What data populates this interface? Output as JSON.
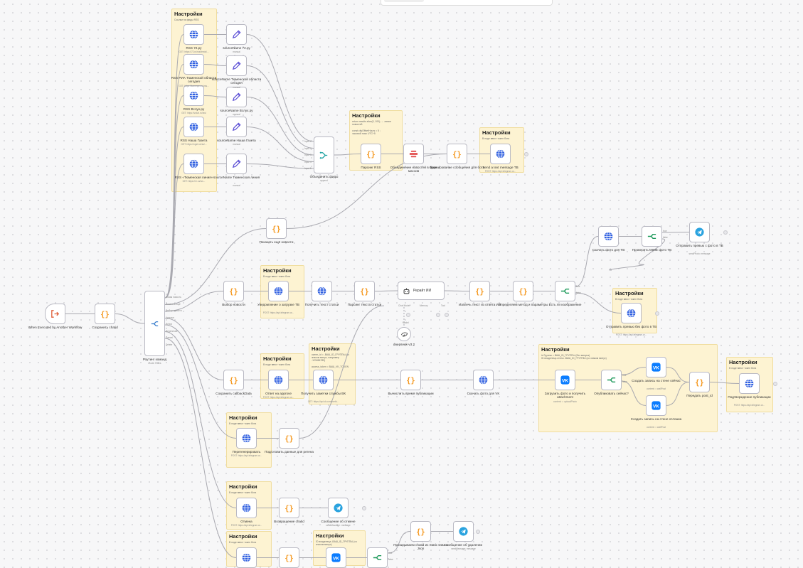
{
  "topbar": {
    "active_segment": ""
  },
  "notes": [
    {
      "id": "n1",
      "title": "Настройки",
      "body": "Ссылки на фиды RSS"
    },
    {
      "id": "n2",
      "title": "Настройки",
      "body": "return results.slice(0, 100);  ← лимит новостей\n\nconst cityOffsetHours = 5 ;\nчасовой пояс UTC+5"
    },
    {
      "id": "n3",
      "title": "Настройки",
      "body": "В ноде ввест токен бота"
    },
    {
      "id": "n4",
      "title": "Настройки",
      "body": "В ноде ввест токен бота"
    },
    {
      "id": "n5",
      "title": "Настройки",
      "body": "В ноде ввест токен бота"
    },
    {
      "id": "n6",
      "title": "Настройки",
      "body": "В ноде ввест токен бота"
    },
    {
      "id": "n7",
      "title": "Настройки",
      "body": "owner_id = -ВАШ_ID_ГРУППЫ (со знаком минус, например -123456789)\n\naccess_token = ВАШ_VK_TOKEN"
    },
    {
      "id": "n8",
      "title": "Настройки",
      "body": "id Группы = ВАШ_ID_ГРУППЫ (без минуса)\nID владелеца стены -ВАШ_ID_ГРУППЫ (со знаком минус)"
    },
    {
      "id": "n9",
      "title": "Настройки",
      "body": "В ноде ввест токен бота"
    },
    {
      "id": "n10",
      "title": "Настройки",
      "body": "В ноде ввест токен бота"
    },
    {
      "id": "n11",
      "title": "Настройки",
      "body": "В ноде ввест токен бота"
    },
    {
      "id": "n12",
      "title": "Настройки",
      "body": "В ноде ввест токен бота"
    },
    {
      "id": "n13",
      "title": "Настройки",
      "body": "ID владелеца -ВАШ_ID_ГРУППЫ (со знаком минус)"
    }
  ],
  "nodes": [
    {
      "id": "trigger",
      "icon": "trigger-icon",
      "label": "When Executed by Another Workflow",
      "sub": ""
    },
    {
      "id": "save_chatid",
      "icon": "code-icon",
      "label": "Сохранить chatid",
      "sub": ""
    },
    {
      "id": "router",
      "icon": "router-icon",
      "label": "Роутинг команд",
      "sub": "mode: Rules"
    },
    {
      "id": "rss72",
      "icon": "globe-icon",
      "label": "RSS 72.ру",
      "sub": "GET: https://72.ru/rss/feeds/..."
    },
    {
      "id": "rss_rim",
      "icon": "globe-icon",
      "label": "RSS РИА Тюменской области сегодня",
      "sub": "GET: https://tumenpro.ru/rss..."
    },
    {
      "id": "rss_vsluh",
      "icon": "globe-icon",
      "label": "RSS Вслух.ру",
      "sub": "GET: https://vsluh.ru/rss/"
    },
    {
      "id": "rss_nasha",
      "icon": "globe-icon",
      "label": "RSS Наша Газета",
      "sub": "GET: https://ngzt.ru/rss/..."
    },
    {
      "id": "rss_tyumen",
      "icon": "globe-icon",
      "label": "RSS «Тюменская линия»",
      "sub": "GET: https://t-l.ru/rss..."
    },
    {
      "id": "src72",
      "icon": "pencil-icon",
      "label": "sourceName 72.ру",
      "sub": "manual"
    },
    {
      "id": "src_rim",
      "icon": "pencil-icon",
      "label": "sourceName Тюменской области сегодня",
      "sub": "manual"
    },
    {
      "id": "src_vsluh",
      "icon": "pencil-icon",
      "label": "sourceName Вслух.ру",
      "sub": "manual"
    },
    {
      "id": "src_nasha",
      "icon": "pencil-icon",
      "label": "sourceName Наша Газета",
      "sub": "manual"
    },
    {
      "id": "src_tyumen",
      "icon": "pencil-icon",
      "label": "sourceName Тюменская линия",
      "sub": "manual"
    },
    {
      "id": "merge",
      "icon": "merge-icon",
      "label": "Объединить фиды",
      "sub": "append"
    },
    {
      "id": "parse_rss",
      "icon": "code-icon",
      "label": "Парсинг RSS",
      "sub": ""
    },
    {
      "id": "aggregate",
      "icon": "aggregate-icon",
      "label": "Объединение новостей в один массив",
      "sub": ""
    },
    {
      "id": "form_msg",
      "icon": "code-icon",
      "label": "Формирование сообщения для бота",
      "sub": ""
    },
    {
      "id": "send_tg",
      "icon": "globe-icon",
      "label": "Send a text message ТВ",
      "sub": "POST: https://api.telegram.or..."
    },
    {
      "id": "show_more",
      "icon": "code-icon",
      "label": "Показать ещё новости",
      "sub": ""
    },
    {
      "id": "pick_news",
      "icon": "code-icon",
      "label": "Выбор новости",
      "sub": ""
    },
    {
      "id": "notify_tg",
      "icon": "globe-icon",
      "label": "Уведомление о загрузке ТВ",
      "sub": "POST: https://api.telegram.or..."
    },
    {
      "id": "get_text",
      "icon": "globe-icon",
      "label": "Получить текст статьи",
      "sub": ""
    },
    {
      "id": "parse_text",
      "icon": "code-icon",
      "label": "Парсинг текста статьи",
      "sub": ""
    },
    {
      "id": "ai",
      "icon": "ai-icon",
      "label": "Рерайт ИИ",
      "sub": ""
    },
    {
      "id": "deepseek",
      "icon": "deepseek-icon",
      "label": "deepseek-v3.2",
      "sub": ""
    },
    {
      "id": "extract",
      "icon": "code-icon",
      "label": "Извлечь текст из ответа ИИ",
      "sub": ""
    },
    {
      "id": "method",
      "icon": "code-icon",
      "label": "Определяем метод и параметры",
      "sub": ""
    },
    {
      "id": "has_img",
      "icon": "if-icon",
      "label": "Есть ли изображение",
      "sub": ""
    },
    {
      "id": "dl_photo",
      "icon": "globe-icon",
      "label": "Скачать фото для ТВ",
      "sub": ""
    },
    {
      "id": "check_mime",
      "icon": "if-icon",
      "label": "Проверить MIME фото ТВ",
      "sub": ""
    },
    {
      "id": "send_photo",
      "icon": "telegram-icon",
      "label": "Отправить превью с фото в ТВ",
      "sub": "sendPhoto: message"
    },
    {
      "id": "send_nophoto",
      "icon": "globe-icon",
      "label": "Отправить превью без фото в ТВ",
      "sub": "POST: https://api.telegram.or..."
    },
    {
      "id": "save_cb",
      "icon": "code-icon",
      "label": "Сохранить callbackData",
      "sub": ""
    },
    {
      "id": "approve",
      "icon": "globe-icon",
      "label": "Ответ на approve",
      "sub": "POST: https://api.telegram.or..."
    },
    {
      "id": "vk_server",
      "icon": "globe-icon",
      "label": "Получить заметки службы ВК",
      "sub": "GET: https://api.vk.com/meth..."
    },
    {
      "id": "calc_time",
      "icon": "code-icon",
      "label": "Вычислить время публикации",
      "sub": ""
    },
    {
      "id": "dl_vk",
      "icon": "globe-icon",
      "label": "Скачать фото для VK",
      "sub": ""
    },
    {
      "id": "vk_upload",
      "icon": "vk-icon",
      "label": "Загрузить фото и получить attachment",
      "sub": "content: = uploadPhoto"
    },
    {
      "id": "publish_now",
      "icon": "if-icon",
      "label": "Опубликовать сейчас?",
      "sub": ""
    },
    {
      "id": "vk_post_now",
      "icon": "vk-icon",
      "label": "Создать запись на стене сейчас",
      "sub": "content: = wallPost"
    },
    {
      "id": "vk_post_later",
      "icon": "vk-icon",
      "label": "Создать запись на стене отложка",
      "sub": "content: = wallPost"
    },
    {
      "id": "pass_postid",
      "icon": "code-icon",
      "label": "Передать post_id",
      "sub": ""
    },
    {
      "id": "confirm_pub",
      "icon": "globe-icon",
      "label": "Подтверждение публикации",
      "sub": "POST: https://api.telegram.or..."
    },
    {
      "id": "regen",
      "icon": "globe-icon",
      "label": "Перегенерировать",
      "sub": "POST: https://api.telegram.or..."
    },
    {
      "id": "prep_retry",
      "icon": "code-icon",
      "label": "Подготовить данные для регена",
      "sub": ""
    },
    {
      "id": "cancel",
      "icon": "globe-icon",
      "label": "Отмена",
      "sub": "POST: https://api.telegram.or..."
    },
    {
      "id": "return_btn",
      "icon": "code-icon",
      "label": "Возвращение chatid",
      "sub": ""
    },
    {
      "id": "cancel_msg",
      "icon": "telegram-icon",
      "label": "Сообщение об отмене",
      "sub": "sendMessage: message"
    },
    {
      "id": "del_tg",
      "icon": "globe-icon",
      "label": "",
      "sub": ""
    },
    {
      "id": "del_code",
      "icon": "code-icon",
      "label": "",
      "sub": ""
    },
    {
      "id": "del_vk",
      "icon": "vk-icon",
      "label": "",
      "sub": ""
    },
    {
      "id": "del_if",
      "icon": "if-icon",
      "label": "",
      "sub": ""
    },
    {
      "id": "pass_chatid",
      "icon": "code-icon",
      "label": "Прокидываем chatid из Static Data в Json",
      "sub": ""
    },
    {
      "id": "del_msg",
      "icon": "telegram-icon",
      "label": "Сообщение об удалении",
      "sub": "sendMessage: message"
    }
  ],
  "ports": {
    "merge": [
      "Input 1",
      "Input 2",
      "Input 3",
      "Input 4",
      "Input 5"
    ],
    "router": [
      "Новая новость",
      "Показать ещё",
      "Выбор новости",
      "Approve",
      "Reject",
      "Regenerate",
      "Cancel",
      "Delete"
    ],
    "ai": [
      "Chat Model*",
      "Memory",
      "Tool"
    ],
    "if_true": "true",
    "if_false": "false",
    "model": "Model"
  }
}
